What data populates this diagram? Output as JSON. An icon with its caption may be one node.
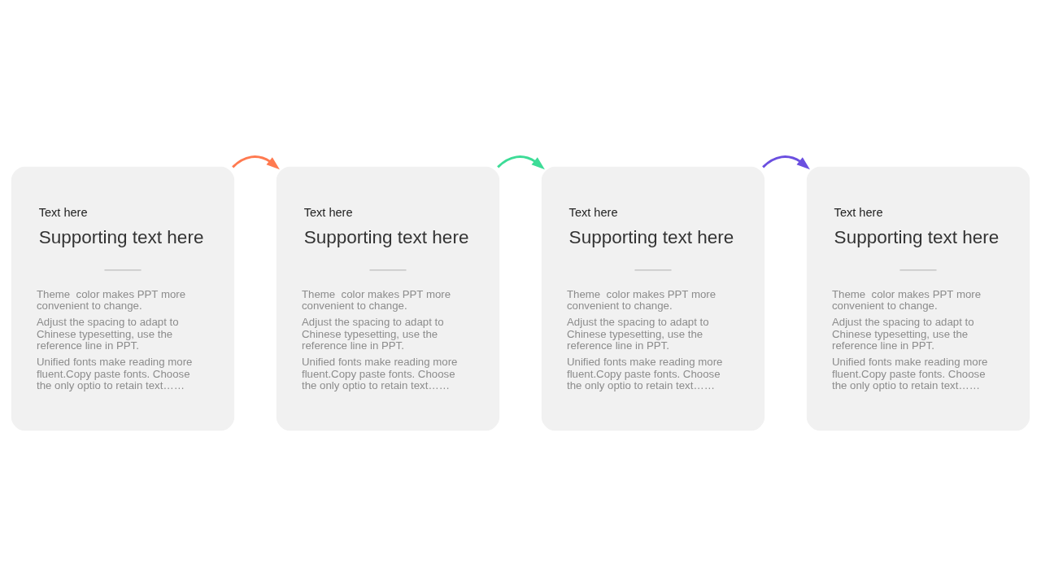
{
  "diagram": {
    "nodes": [
      {
        "text": [
          "Text here",
          "Supporting text here",
          "Theme  color makes PPT more convenient to change.",
          "Adjust the spacing to adapt to Chinese typesetting, use the reference line in PPT.",
          "Unified fonts make reading more fluent.Copy paste fonts. Choose the only optio to retain text……"
        ]
      },
      {
        "text": [
          "Text here",
          "Supporting text here",
          "Theme  color makes PPT more convenient to change.",
          "Adjust the spacing to adapt to Chinese typesetting, use the reference line in PPT.",
          "Unified fonts make reading more fluent.Copy paste fonts. Choose the only optio to retain text……"
        ]
      },
      {
        "text": [
          "Text here",
          "Supporting text here",
          "Theme  color makes PPT more convenient to change.",
          "Adjust the spacing to adapt to Chinese typesetting, use the reference line in PPT.",
          "Unified fonts make reading more fluent.Copy paste fonts. Choose the only optio to retain text……"
        ]
      },
      {
        "text": [
          "Text here",
          "Supporting text here",
          "Theme  color makes PPT more convenient to change.",
          "Adjust the spacing to adapt to Chinese typesetting, use the reference line in PPT.",
          "Unified fonts make reading more fluent.Copy paste fonts. Choose the only optio to retain text……"
        ]
      }
    ],
    "edges": [
      {
        "from": 0,
        "to": 1,
        "arrow": "to",
        "color": "#ff7a50"
      },
      {
        "from": 1,
        "to": 2,
        "arrow": "to",
        "color": "#3ddc97"
      },
      {
        "from": 2,
        "to": 3,
        "arrow": "to",
        "color": "#6b4fe0"
      }
    ]
  }
}
